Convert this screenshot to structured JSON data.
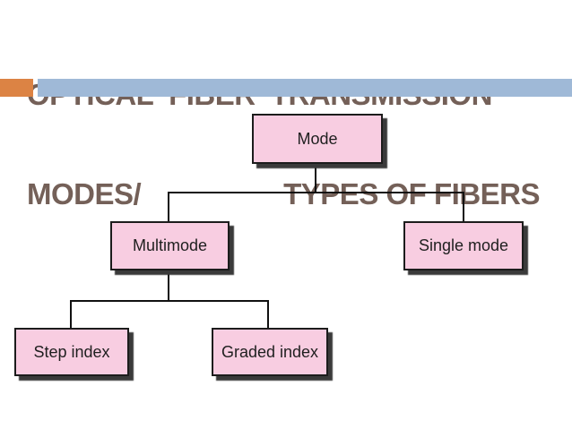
{
  "slide": {
    "title": {
      "line1": "OPTICAL  FIBER  TRANSMISSION",
      "line2_left": "MODES/",
      "line2_right": "TYPES OF FIBERS"
    },
    "colors": {
      "title_text": "#746058",
      "accent_orange": "#dc8344",
      "accent_blue": "#9fb9d7",
      "node_fill": "#f8cde1",
      "node_border": "#1c1c1c",
      "node_shadow": "#3a3a3a",
      "connector": "#111111"
    }
  },
  "diagram": {
    "type": "tree",
    "nodes": [
      {
        "id": "mode",
        "label": "Mode",
        "parent": null
      },
      {
        "id": "multimode",
        "label": "Multimode",
        "parent": "mode"
      },
      {
        "id": "single-mode",
        "label": "Single mode",
        "parent": "mode"
      },
      {
        "id": "step-index",
        "label": "Step index",
        "parent": "multimode"
      },
      {
        "id": "graded-index",
        "label": "Graded index",
        "parent": "multimode"
      }
    ]
  }
}
